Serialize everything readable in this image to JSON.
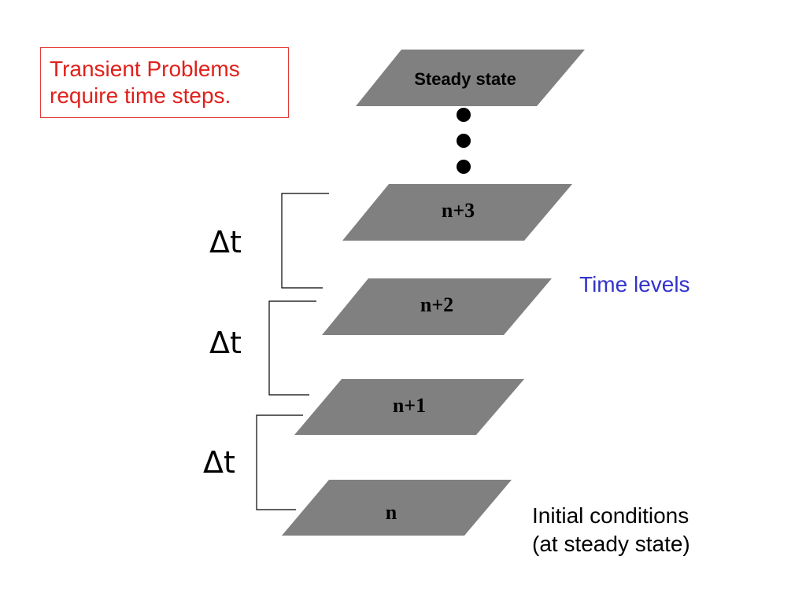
{
  "callout": {
    "line1": "Transient Problems",
    "line2": "require time steps."
  },
  "levels": {
    "steady": "Steady state",
    "n3": "n+3",
    "n2": "n+2",
    "n1": "n+1",
    "n0": "n"
  },
  "side_labels": {
    "time_levels": "Time levels",
    "initial_line1": "Initial conditions",
    "initial_line2": "(at steady state)"
  },
  "steps": {
    "dt_top": "Δt",
    "dt_mid": "Δt",
    "dt_bottom": "Δt"
  },
  "colors": {
    "level_fill": "#808080",
    "callout_text": "#e0201b",
    "callout_border": "#e23b3b",
    "time_levels_text": "#3333cc"
  }
}
